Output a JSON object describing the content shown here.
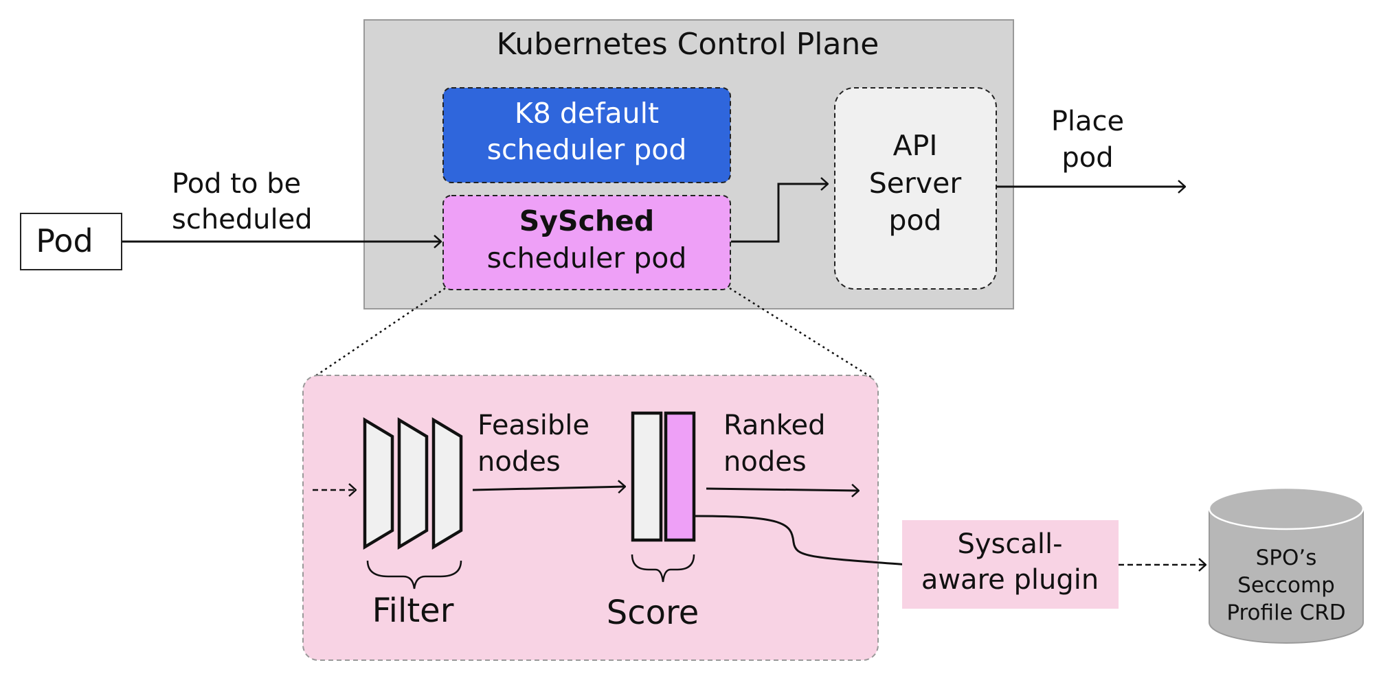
{
  "control_plane": {
    "title": "Kubernetes Control Plane",
    "default_scheduler": {
      "line1": "K8 default",
      "line2": "scheduler pod"
    },
    "sysched": {
      "line1": "SySched",
      "line2": "scheduler pod"
    },
    "api_server": {
      "line1": "API",
      "line2": "Server",
      "line3": "pod"
    }
  },
  "pod": {
    "label": "Pod"
  },
  "labels": {
    "pod_to_schedule": {
      "line1": "Pod to be",
      "line2": "scheduled"
    },
    "place_pod": {
      "line1": "Place",
      "line2": "pod"
    }
  },
  "detail": {
    "feasible": {
      "line1": "Feasible",
      "line2": "nodes"
    },
    "ranked": {
      "line1": "Ranked",
      "line2": "nodes"
    },
    "filter_label": "Filter",
    "score_label": "Score"
  },
  "plugin": {
    "line1": "Syscall-",
    "line2": "aware plugin"
  },
  "crd": {
    "line1": "SPO’s",
    "line2": "Seccomp",
    "line3": "Profile CRD"
  },
  "colors": {
    "control_plane_bg": "#d4d4d4",
    "default_scheduler": "#2f66dc",
    "sysched": "#eea0f7",
    "api_server": "#f0f0f0",
    "detail_bg": "#f8d3e4",
    "plugin_bg": "#f8d3e4",
    "cylinder": "#b7b7b7"
  }
}
